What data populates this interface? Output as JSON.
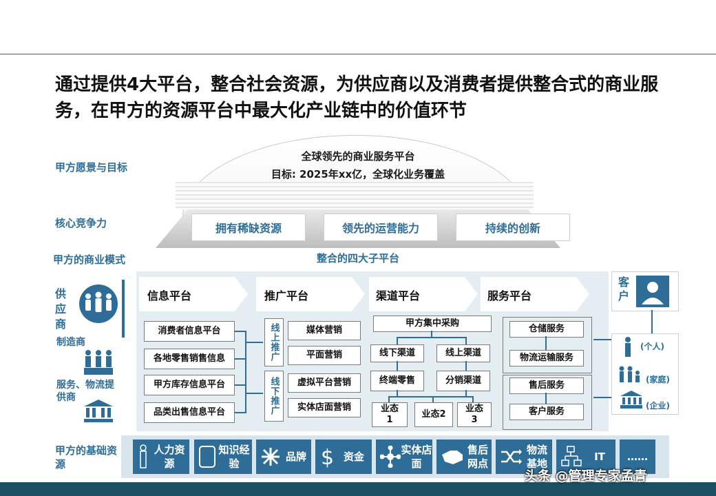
{
  "title": "通过提供4大平台，整合社会资源，为供应商以及消费者提供整合式的商业服务，在甲方的资源平台中最大化产业链中的价值环节",
  "row_labels": {
    "vision": "甲方愿景与目标",
    "core": "核心竞争力",
    "model": "甲方的商业模式",
    "base": "甲方的基础资源"
  },
  "vision": {
    "line1": "全球领先的商业服务平台",
    "line2": "目标: 2025年xx亿，全球化业务覆盖"
  },
  "competencies": [
    "拥有稀缺资源",
    "领先的运营能力",
    "持续的创新"
  ],
  "platforms_title": "整合的四大子平台",
  "platforms": [
    "信息平台",
    "推广平台",
    "渠道平台",
    "服务平台"
  ],
  "info_items": [
    "消费者信息平台",
    "各地零售销售信息",
    "甲方库存信息平台",
    "品类出售信息平台"
  ],
  "promo": {
    "online_label": "线上推广",
    "offline_label": "线下推广",
    "online_items": [
      "媒体营销",
      "平面营销"
    ],
    "offline_items": [
      "虚拟平台营销",
      "实体店面营销"
    ]
  },
  "channel": {
    "top": "甲方集中采购",
    "offline": "线下渠道",
    "online": "线上渠道",
    "retail": "终端零售",
    "distribution": "分销渠道",
    "format1": "业态\n1",
    "format2": "业态2",
    "format3": "业态\n3"
  },
  "service_items": [
    "仓储服务",
    "物流运输服务",
    "售后服务",
    "客户服务"
  ],
  "left_side": {
    "supplier": "供应商",
    "manufacturer": "制造商",
    "service_provider": "服务、物流提供商"
  },
  "right_side": {
    "customer": "客户",
    "individual": "(个人)",
    "family": "(家庭)",
    "enterprise": "(企业)"
  },
  "resources": [
    {
      "label": "人力资源",
      "icon": "person-icon"
    },
    {
      "label": "知识经验",
      "icon": "tablet-icon"
    },
    {
      "label": "品牌",
      "icon": "sparkle-icon"
    },
    {
      "label": "资金",
      "icon": "dollar-icon"
    },
    {
      "label": "实体店面",
      "icon": "network-icon"
    },
    {
      "label": "售后网点",
      "icon": "handshake-icon"
    },
    {
      "label": "物流基地",
      "icon": "shuffle-icon"
    },
    {
      "label": "IT",
      "icon": "computer-icon"
    },
    {
      "label": "……",
      "icon": ""
    }
  ],
  "watermark": "头条 @管理专家孟青",
  "colors": {
    "accent": "#2e6d97",
    "panel": "#e3edf2",
    "footer": "#1d4f63"
  }
}
